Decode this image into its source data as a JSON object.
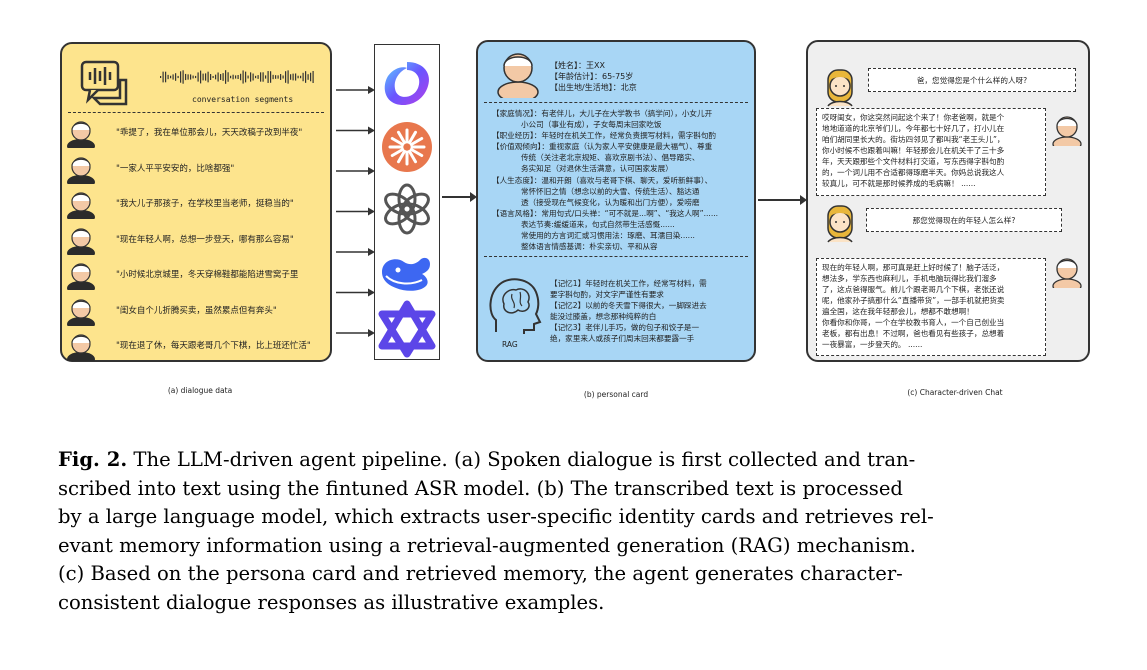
{
  "panel_a": {
    "segments_label": "conversation segments",
    "quotes": [
      "\"乖提了，我在单位那会儿，天天改稿子改到半夜\"",
      "\"一家人平平安安的，比啥都强\"",
      "\"我大儿子那孩子，在学校里当老师，挺稳当的\"",
      "\"现在年轻人啊，总想一步登天，哪有那么容易\"",
      "\"小时候北京城里，冬天穿棉鞋都能陷进雪窝子里",
      "\"闺女自个儿折腾买卖，虽然累点但有奔头\"",
      "\"现在退了休，每天跟老哥几个下棋，比上班还忙活\""
    ],
    "caption": "(a) dialogue data"
  },
  "panel_b": {
    "header": [
      "【姓名】：王XX",
      "【年龄估计】：65-75岁",
      "【出生地/生活地】：北京"
    ],
    "body": [
      "【家庭情况】：有老伴儿，大儿子在大学教书（搞学问），小女儿开",
      "            小公司（事业有成），子女每周末回家吃饭",
      "【职业经历】：年轻时在机关工作，经常负责撰写材料，需字斟句酌",
      "【价值观倾向】：重视家庭（认为家人平安健康是最大福气）、尊重",
      "            传统（关注老北京规矩、喜欢京剧书法）、倡导踏实、",
      "            务实知足（对退休生活满意，认可国家发展）",
      "【人生态度】：温和开朗（喜欢与老哥下棋、聊天，爱听新鲜事）、",
      "            常怀怀旧之情（想念以前的大雪、传统生活）、豁达通",
      "            透（接受现在气候变化，认为暖和出门方便），爱唠磨",
      "【语言风格】：常用句式/口头禅：“可不就是...啊”、“我这人啊”......",
      "            表达节奏:缓缓道来，句式自然带生活感慨......",
      "            常使用的方言词汇或习惯用法：琢磨、耳濡目染......",
      "            整体语言情感基调：朴实亲切、平和从容"
    ],
    "rag_label": "RAG",
    "memory": [
      "【记忆1】年轻时在机关工作，经常写材料，需",
      "要字斟句酌，对文字严谨性有要求",
      "【记忆2】以前的冬天雪下得很大，一脚踩进去",
      "能没过膝盖，想念那种纯粹的白",
      "【记忆3】老伴儿手巧，做的包子和饺子是一",
      "绝，家里来人或孩子们周末回来都要露一手"
    ],
    "caption": "(b) personal card"
  },
  "panel_c": {
    "question_1": "爸，您觉得您是个什么样的人呀?",
    "answer_1": [
      "哎呀闺女，你这突然问起这个来了！你老爸啊，就是个",
      "地地道道的北京爷们儿，今年都七十好几了，打小儿在",
      "咱们胡同里长大的。街坊四邻见了都叫我“老王头儿”，",
      "你小时候不也跟着叫嘛！年轻那会儿在机关干了三十多",
      "年，天天跟那些个文件材料打交道，写东西得字斟句酌",
      "的，一个词儿用不合适都得琢磨半天。你妈总说我这人",
      "较真儿，可不就是那时候养成的毛病嘛！ ......"
    ],
    "question_2": "那您觉得现在的年轻人怎么样?",
    "answer_2": [
      "现在的年轻人啊，那可真是赶上好时候了！脑子活泛，",
      "想法多，学东西也麻利儿，手机电脑玩得比我们溜多",
      "了，这点爸得服气。前儿个跟老哥几个下棋，老张还说",
      "呢，他家孙子搞那什么“直播带货”，一部手机就把货卖",
      "遍全国，这在我年轻那会儿，想都不敢想啊！",
      "你看你和你哥，一个在学校教书育人，一个自己创业当",
      "老板，都有出息！不过啊，爸也看见有些孩子，总想着",
      "一夜暴富，一步登天的。 ......"
    ],
    "caption": "(c) Character-driven Chat"
  },
  "figure_caption": {
    "label": "Fig. 2.",
    "lines": [
      "The LLM-driven agent pipeline. (a) Spoken dialogue is first collected and tran-",
      "scribed into text using the fintuned ASR model. (b) The transcribed text is processed",
      "by a large language model, which extracts user-specific identity cards and retrieves rel-",
      "evant memory information using a retrieval-augmented generation (RAG) mechanism.",
      "(c) Based on the persona card and retrieved memory, the agent generates character-",
      "consistent dialogue responses as illustrative examples."
    ]
  },
  "colors": {
    "panel_a_bg": "#fde48d",
    "panel_b_bg": "#a8d6f5",
    "panel_c_bg": "#efefef",
    "skin": "#f3c9a6",
    "hair_dark": "#2b2b2b",
    "hair_gray": "#ffffff"
  },
  "icons": [
    "speech-waveform-icon",
    "gradient-ring-logo-icon",
    "asterisk-sun-logo-icon",
    "openai-knot-logo-icon",
    "whale-logo-icon",
    "star-polygon-logo-icon",
    "brain-head-icon"
  ]
}
